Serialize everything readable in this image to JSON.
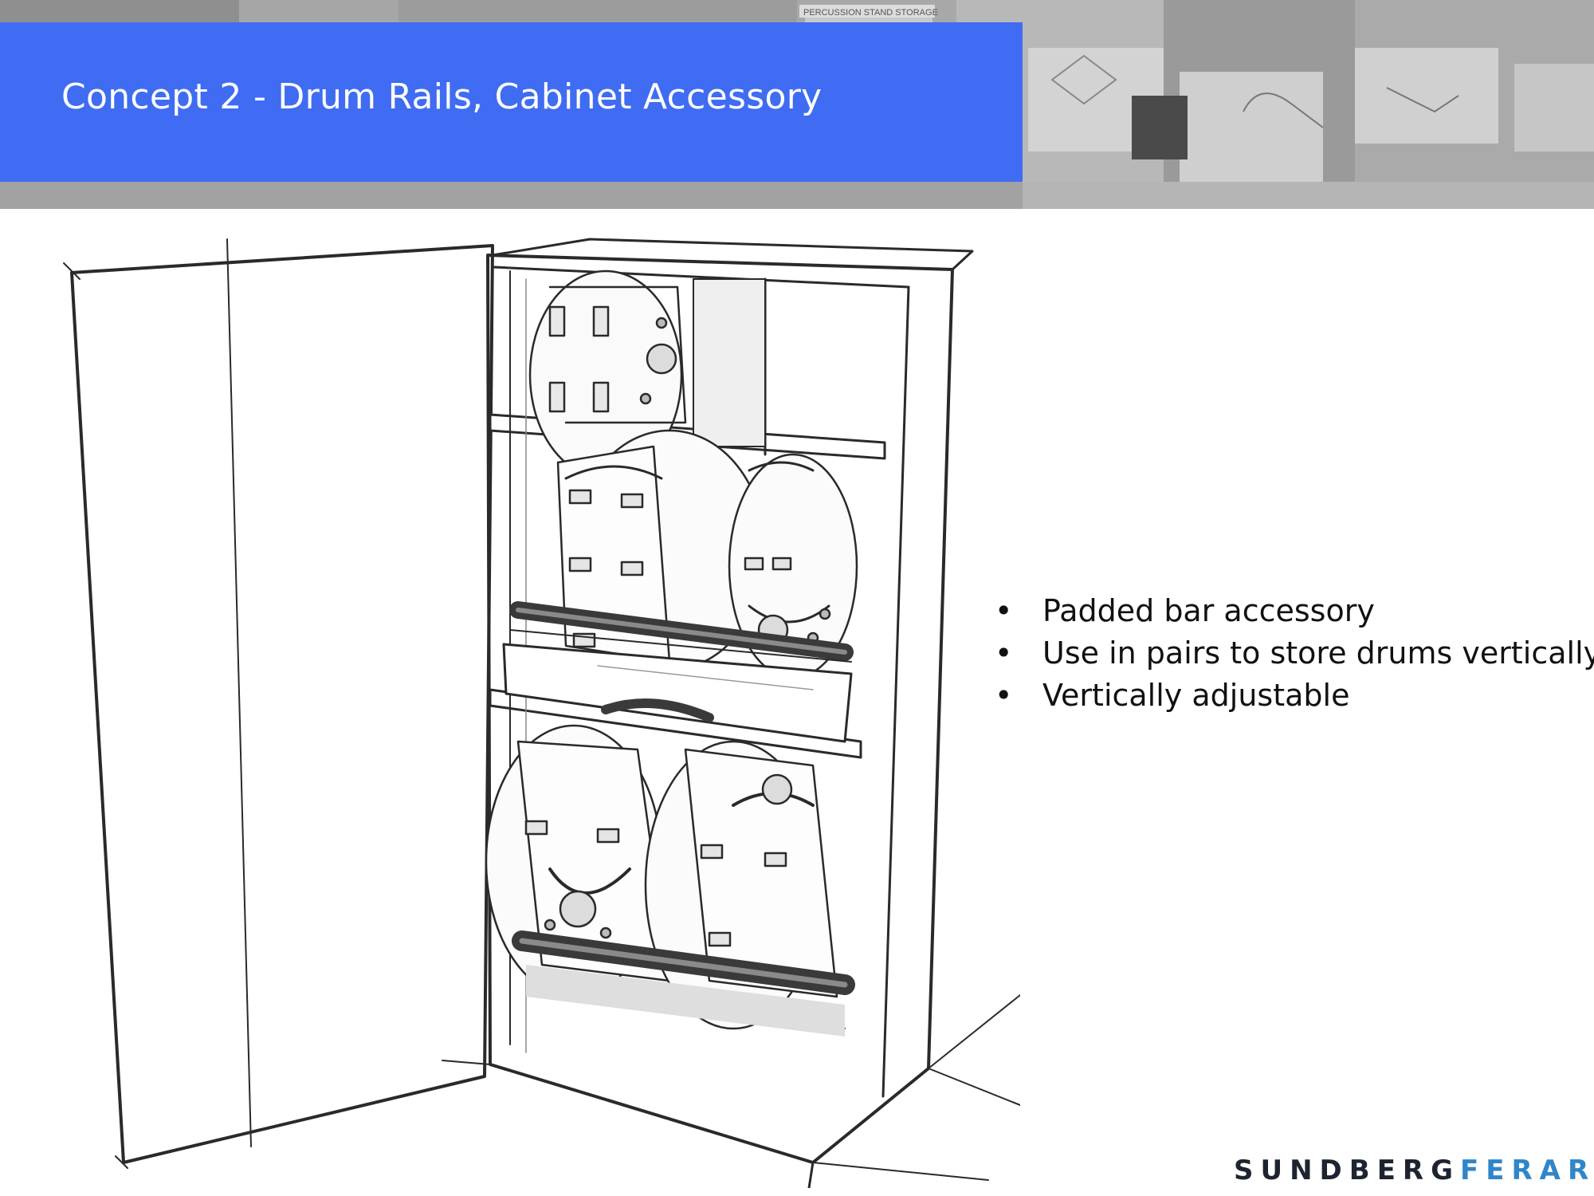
{
  "header": {
    "title": "Concept 2 - Drum Rails, Cabinet Accessory",
    "bar_color": "#3f6cf2",
    "collage_label": "PERCUSSION STAND STORAGE"
  },
  "bullets": [
    {
      "marker": "•",
      "text": "Padded bar accessory"
    },
    {
      "marker": "•",
      "text": "Use in pairs to store drums vertically"
    },
    {
      "marker": "•",
      "text": "Vertically adjustable"
    }
  ],
  "logo": {
    "part1": "SUNDBERG",
    "part2": "FERAR",
    "color1": "#1d2430",
    "color2": "#2f86c8"
  },
  "illustration": {
    "subject": "cabinet-with-drum-rails-sketch"
  }
}
